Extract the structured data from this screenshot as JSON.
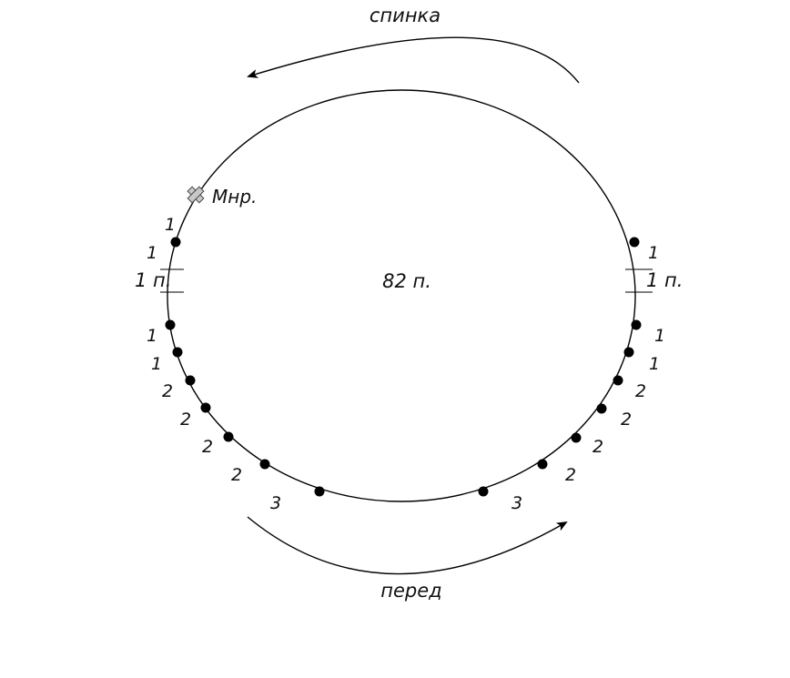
{
  "diagram": {
    "back_label": "спинка",
    "front_label": "перед",
    "center_label": "82 п.",
    "marker_label": "Мнр.",
    "marker_icon": "cross-marker-icon",
    "left_section_label": "1 п.",
    "right_section_label": "1 п.",
    "left_upper_counts": [
      "1",
      "1"
    ],
    "right_upper_counts": [
      "1"
    ],
    "left_lower_counts": [
      "1",
      "1",
      "2",
      "2",
      "2",
      "2",
      "3"
    ],
    "right_lower_counts": [
      "1",
      "1",
      "2",
      "2",
      "2",
      "2",
      "3"
    ],
    "colors": {
      "line": "#000000",
      "marker": "#c8c8c8"
    }
  }
}
